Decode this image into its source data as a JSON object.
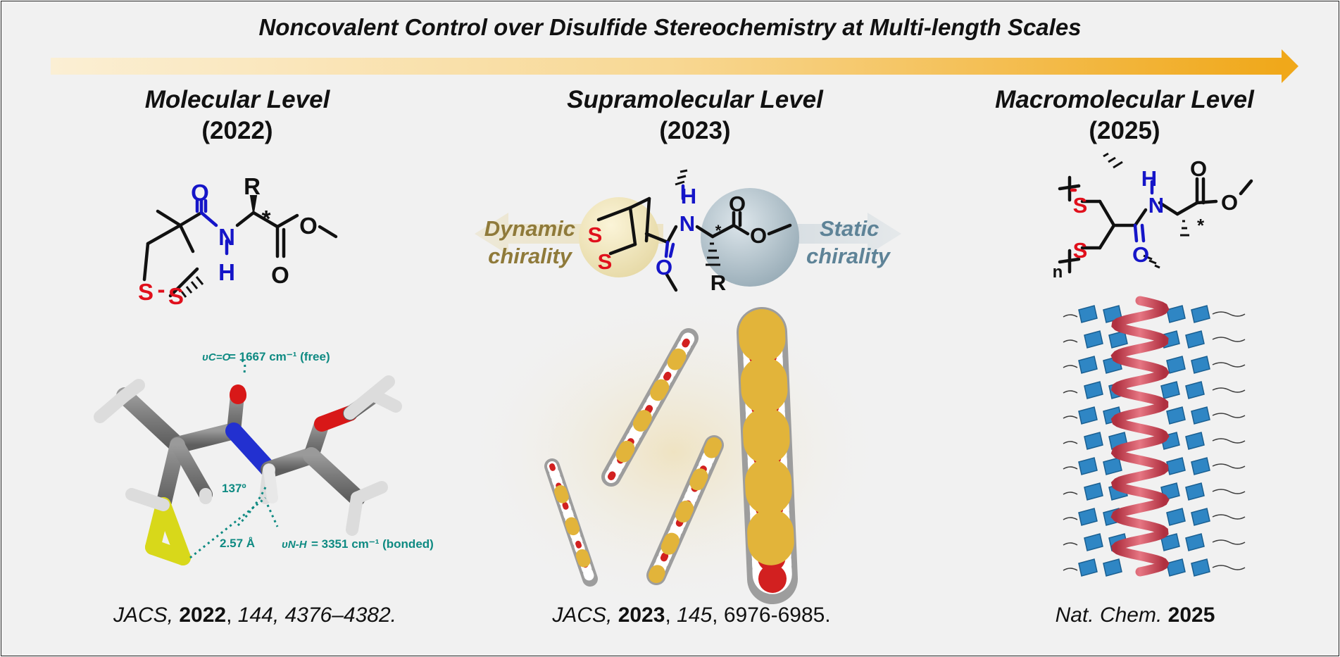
{
  "title": "Noncovalent Control over Disulfide Stereochemistry at Multi-length Scales",
  "columns": [
    {
      "level": "Molecular Level",
      "year": "(2022)"
    },
    {
      "level": "Supramolecular Level",
      "year": "(2023)"
    },
    {
      "level": "Macromolecular Level",
      "year": "(2025)"
    }
  ],
  "molecular": {
    "atoms": {
      "O": "O",
      "R": "R",
      "star": "*",
      "N": "N",
      "H": "H",
      "S1": "S",
      "S2": "S",
      "dash": "-"
    },
    "annotations": {
      "nu_co_label": "υC=O",
      "nu_co_value": "= 1667 cm⁻¹ (free)",
      "angle": "137º",
      "distance": "2.57 Å",
      "nu_nh_label": "υN-H",
      "nu_nh_value": "= 3351 cm⁻¹ (bonded)"
    }
  },
  "supramolecular": {
    "dynamic": [
      "Dynamic",
      "chirality"
    ],
    "static": [
      "Static",
      "chirality"
    ],
    "atoms": {
      "H": "H",
      "N": "N",
      "S": "S",
      "O": "O",
      "R": "R",
      "star": "*"
    }
  },
  "macromolecular": {
    "atoms": {
      "S": "S",
      "H": "H",
      "N": "N",
      "O": "O",
      "n": "n",
      "star": "*"
    }
  },
  "references": [
    {
      "journal": "JACS, ",
      "year": "2022",
      "sep": ", ",
      "volume": "144",
      "pages": ", 4376–4382."
    },
    {
      "journal": "JACS, ",
      "year": "2023",
      "sep": ", ",
      "volume": "145",
      "pages": ", 6976-6985."
    },
    {
      "journal": "Nat. Chem. ",
      "year": "2025"
    }
  ],
  "colors": {
    "heteroatom_blue": "#1515c8",
    "sulfur_red": "#e0101c",
    "annotation_teal": "#0e8a82",
    "dynamic_text": "#8f7a3a",
    "static_text": "#5e8397",
    "arrow_end": "#f0a81a"
  }
}
